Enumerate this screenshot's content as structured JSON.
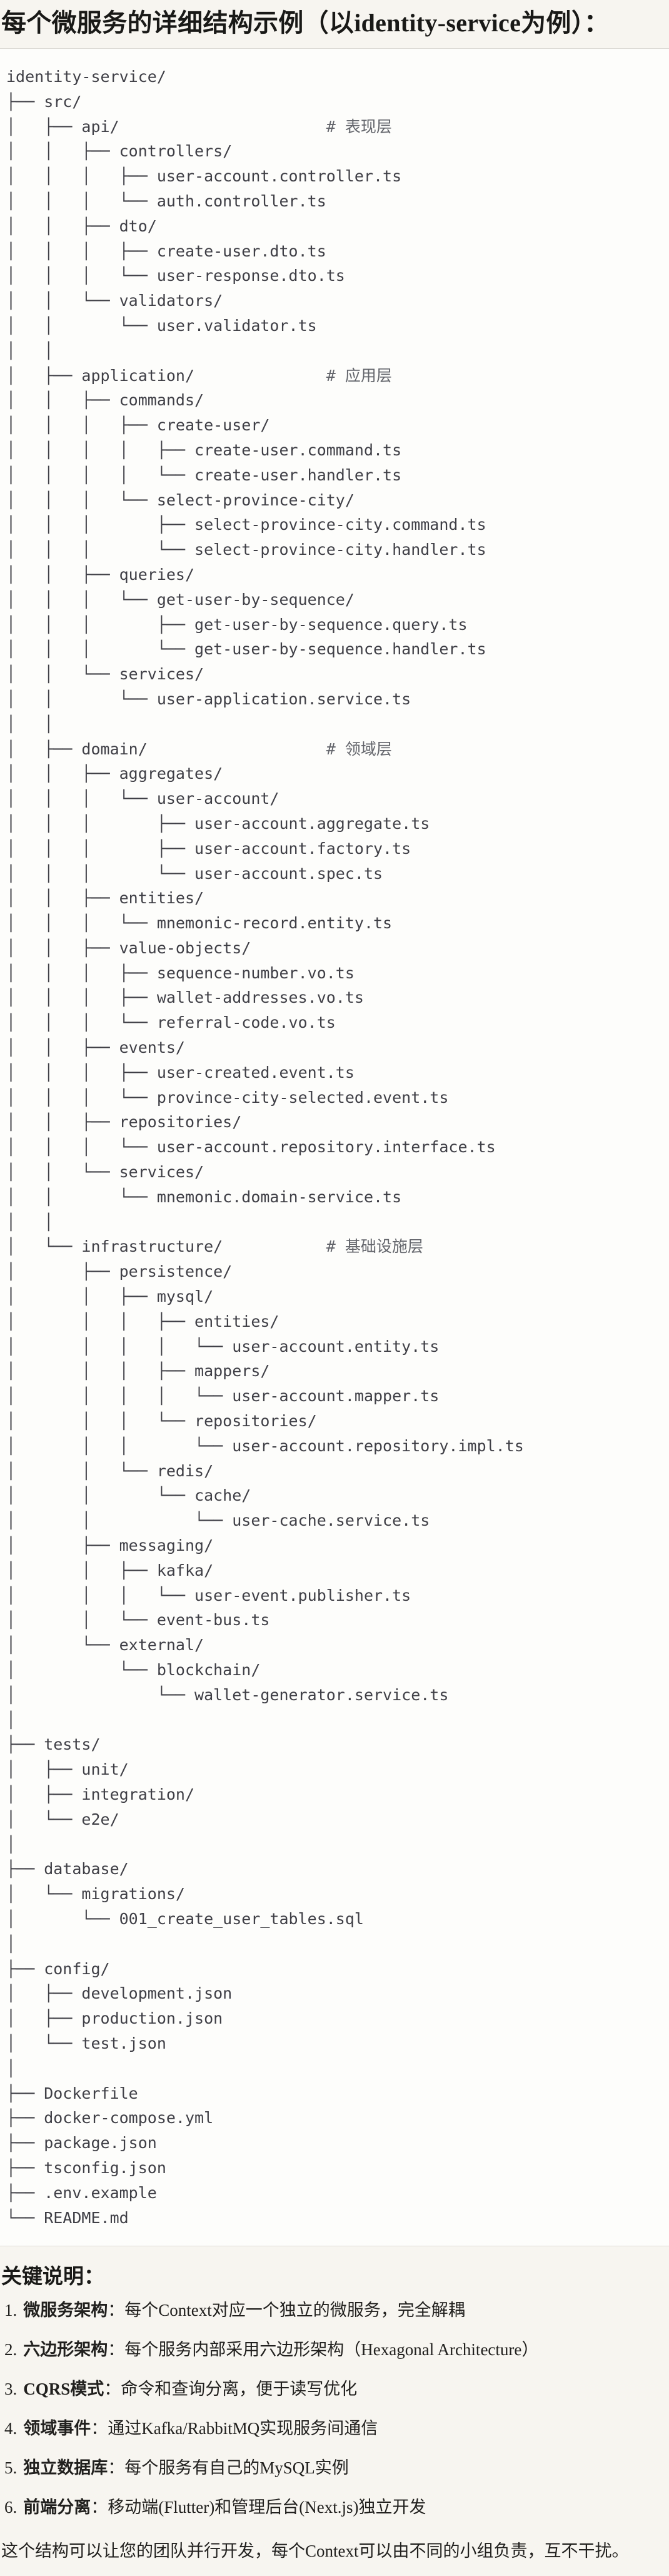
{
  "title": "每个微服务的详细结构示例（以identity-service为例）：",
  "code_block": {
    "language": "text",
    "lines": [
      "identity-service/",
      "├── src/",
      "│   ├── api/                      # 表现层",
      "│   │   ├── controllers/",
      "│   │   │   ├── user-account.controller.ts",
      "│   │   │   └── auth.controller.ts",
      "│   │   ├── dto/",
      "│   │   │   ├── create-user.dto.ts",
      "│   │   │   └── user-response.dto.ts",
      "│   │   └── validators/",
      "│   │       └── user.validator.ts",
      "│   │",
      "│   ├── application/              # 应用层",
      "│   │   ├── commands/",
      "│   │   │   ├── create-user/",
      "│   │   │   │   ├── create-user.command.ts",
      "│   │   │   │   └── create-user.handler.ts",
      "│   │   │   └── select-province-city/",
      "│   │   │       ├── select-province-city.command.ts",
      "│   │   │       └── select-province-city.handler.ts",
      "│   │   ├── queries/",
      "│   │   │   └── get-user-by-sequence/",
      "│   │   │       ├── get-user-by-sequence.query.ts",
      "│   │   │       └── get-user-by-sequence.handler.ts",
      "│   │   └── services/",
      "│   │       └── user-application.service.ts",
      "│   │",
      "│   ├── domain/                   # 领域层",
      "│   │   ├── aggregates/",
      "│   │   │   └── user-account/",
      "│   │   │       ├── user-account.aggregate.ts",
      "│   │   │       ├── user-account.factory.ts",
      "│   │   │       └── user-account.spec.ts",
      "│   │   ├── entities/",
      "│   │   │   └── mnemonic-record.entity.ts",
      "│   │   ├── value-objects/",
      "│   │   │   ├── sequence-number.vo.ts",
      "│   │   │   ├── wallet-addresses.vo.ts",
      "│   │   │   └── referral-code.vo.ts",
      "│   │   ├── events/",
      "│   │   │   ├── user-created.event.ts",
      "│   │   │   └── province-city-selected.event.ts",
      "│   │   ├── repositories/",
      "│   │   │   └── user-account.repository.interface.ts",
      "│   │   └── services/",
      "│   │       └── mnemonic.domain-service.ts",
      "│   │",
      "│   └── infrastructure/           # 基础设施层",
      "│       ├── persistence/",
      "│       │   ├── mysql/",
      "│       │   │   ├── entities/",
      "│       │   │   │   └── user-account.entity.ts",
      "│       │   │   ├── mappers/",
      "│       │   │   │   └── user-account.mapper.ts",
      "│       │   │   └── repositories/",
      "│       │   │       └── user-account.repository.impl.ts",
      "│       │   └── redis/",
      "│       │       └── cache/",
      "│       │           └── user-cache.service.ts",
      "│       ├── messaging/",
      "│       │   ├── kafka/",
      "│       │   │   └── user-event.publisher.ts",
      "│       │   └── event-bus.ts",
      "│       └── external/",
      "│           └── blockchain/",
      "│               └── wallet-generator.service.ts",
      "│",
      "├── tests/",
      "│   ├── unit/",
      "│   ├── integration/",
      "│   └── e2e/",
      "│",
      "├── database/",
      "│   └── migrations/",
      "│       └── 001_create_user_tables.sql",
      "│",
      "├── config/",
      "│   ├── development.json",
      "│   ├── production.json",
      "│   └── test.json",
      "│",
      "├── Dockerfile",
      "├── docker-compose.yml",
      "├── package.json",
      "├── tsconfig.json",
      "├── .env.example",
      "└── README.md"
    ]
  },
  "notes": {
    "heading": "关键说明：",
    "items": [
      {
        "num": "1.",
        "label": "微服务架构",
        "sep": "：",
        "text": "每个Context对应一个独立的微服务，完全解耦"
      },
      {
        "num": "2.",
        "label": "六边形架构",
        "sep": "：",
        "text": "每个服务内部采用六边形架构（Hexagonal Architecture）"
      },
      {
        "num": "3.",
        "label": "CQRS模式",
        "sep": "：",
        "text": "命令和查询分离，便于读写优化"
      },
      {
        "num": "4.",
        "label": "领域事件",
        "sep": "：",
        "text": "通过Kafka/RabbitMQ实现服务间通信"
      },
      {
        "num": "5.",
        "label": "独立数据库",
        "sep": "：",
        "text": "每个服务有自己的MySQL实例"
      },
      {
        "num": "6.",
        "label": "前端分离",
        "sep": "：",
        "text": "移动端(Flutter)和管理后台(Next.js)独立开发"
      }
    ],
    "footer": "这个结构可以让您的团队并行开发，每个Context可以由不同的小组负责，互不干扰。"
  }
}
